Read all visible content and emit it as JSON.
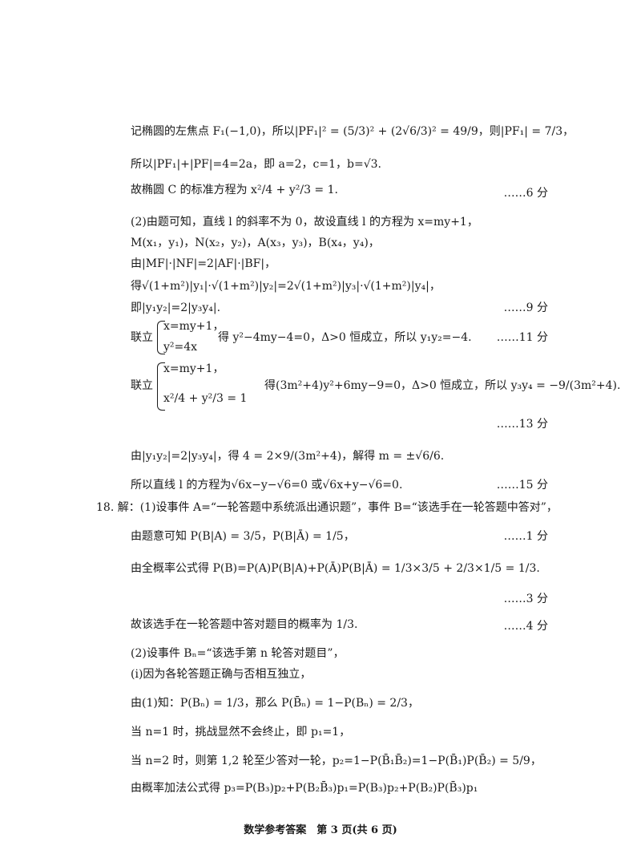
{
  "lines": {
    "l1": "记椭圆的左焦点 F₁(−1,0)，所以|PF₁|² = (5/3)² + (2√6/3)² = 49/9，则|PF₁| = 7/3，",
    "l2": "所以|PF₁|+|PF|=4=2a，即 a=2，c=1，b=√3.",
    "l3": "故椭圆 C 的标准方程为 x²/4 + y²/3 = 1.",
    "l4": "(2)由题可知，直线 l 的斜率不为 0，故设直线 l 的方程为 x=my+1，",
    "l5": "M(x₁，y₁)，N(x₂，y₂)，A(x₃，y₃)，B(x₄，y₄)，",
    "l6": "由|MF|·|NF|=2|AF|·|BF|，",
    "l7": "得√(1+m²)|y₁|·√(1+m²)|y₂|=2√(1+m²)|y₃|·√(1+m²)|y₄|，",
    "l8": "即|y₁y₂|=2|y₃y₄|.",
    "l9_pre": "联立",
    "l9_top": "x=my+1，",
    "l9_bot": "y²=4x",
    "l9_post": "得 y²−4my−4=0，Δ>0 恒成立，所以 y₁y₂=−4.",
    "l10_pre": "联立",
    "l10_top": "x=my+1，",
    "l10_bot": "x²/4 + y²/3 = 1",
    "l10_post": "得(3m²+4)y²+6my−9=0，Δ>0 恒成立，所以 y₃y₄ = −9/(3m²+4).",
    "l11": "由|y₁y₂|=2|y₃y₄|，得 4 = 2×9/(3m²+4)，解得 m = ±√6/6.",
    "l12": "所以直线 l 的方程为√6x−y−√6=0 或√6x+y−√6=0.",
    "l13": "18. 解：(1)设事件 A=“一轮答题中系统派出通识题”，事件 B=“该选手在一轮答题中答对”，",
    "l14": "由题意可知 P(B|A) = 3/5，P(B|Ā) = 1/5，",
    "l15": "由全概率公式得 P(B)=P(A)P(B|A)+P(Ā)P(B|Ā) = 1/3×3/5 + 2/3×1/5 = 1/3.",
    "l16": "故该选手在一轮答题中答对题目的概率为 1/3.",
    "l17": "(2)设事件 Bₙ=“该选手第 n 轮答对题目”，",
    "l18": "(i)因为各轮答题正确与否相互独立，",
    "l19": "由(1)知：P(Bₙ) = 1/3，那么 P(B̄ₙ) = 1−P(Bₙ) = 2/3，",
    "l20": "当 n=1 时，挑战显然不会终止，即 p₁=1，",
    "l21": "当 n=2 时，则第 1,2 轮至少答对一轮，p₂=1−P(B̄₁B̄₂)=1−P(B̄₁)P(B̄₂) = 5/9，",
    "l22": "由概率加法公式得 p₃=P(B₃)p₂+P(B₂B̄₃)p₁=P(B₃)p₂+P(B₂)P(B̄₃)p₁"
  },
  "scores": {
    "s6": "……6 分",
    "s9": "……9 分",
    "s11": "……11 分",
    "s13": "……13 分",
    "s15": "……15 分",
    "s1": "……1 分",
    "s3": "……3 分",
    "s4": "……4 分"
  },
  "footer": "数学参考答案　第 3 页(共 6 页)"
}
